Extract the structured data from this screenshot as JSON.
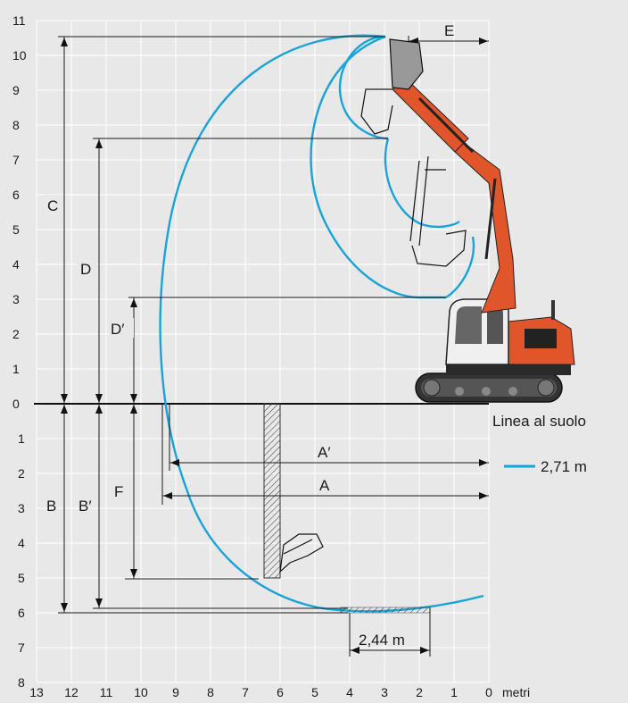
{
  "axes": {
    "x_ticks": [
      "13",
      "12",
      "11",
      "10",
      "9",
      "8",
      "7",
      "6",
      "5",
      "4",
      "3",
      "2",
      "1",
      "0"
    ],
    "x_unit": "metri",
    "y_ticks_above": [
      "11",
      "10",
      "9",
      "8",
      "7",
      "6",
      "5",
      "4",
      "3",
      "2",
      "1",
      "0"
    ],
    "y_ticks_below": [
      "1",
      "2",
      "3",
      "4",
      "5",
      "6",
      "7",
      "8"
    ]
  },
  "dimension_labels": {
    "A": "A",
    "A_prime": "A′",
    "B": "B",
    "B_prime": "B′",
    "C": "C",
    "D": "D",
    "D_prime": "D′",
    "E": "E",
    "F": "F"
  },
  "ground_label": "Linea al suolo",
  "legend": {
    "label": "2,71 m",
    "color": "#1aa3d9"
  },
  "trench_width_label": "2,44 m",
  "colors": {
    "background": "#e8e8e8",
    "grid": "#ffffff",
    "reach_curve": "#1aa3d9",
    "machine_orange": "#e0552a",
    "machine_dark": "#2a2a2a"
  }
}
